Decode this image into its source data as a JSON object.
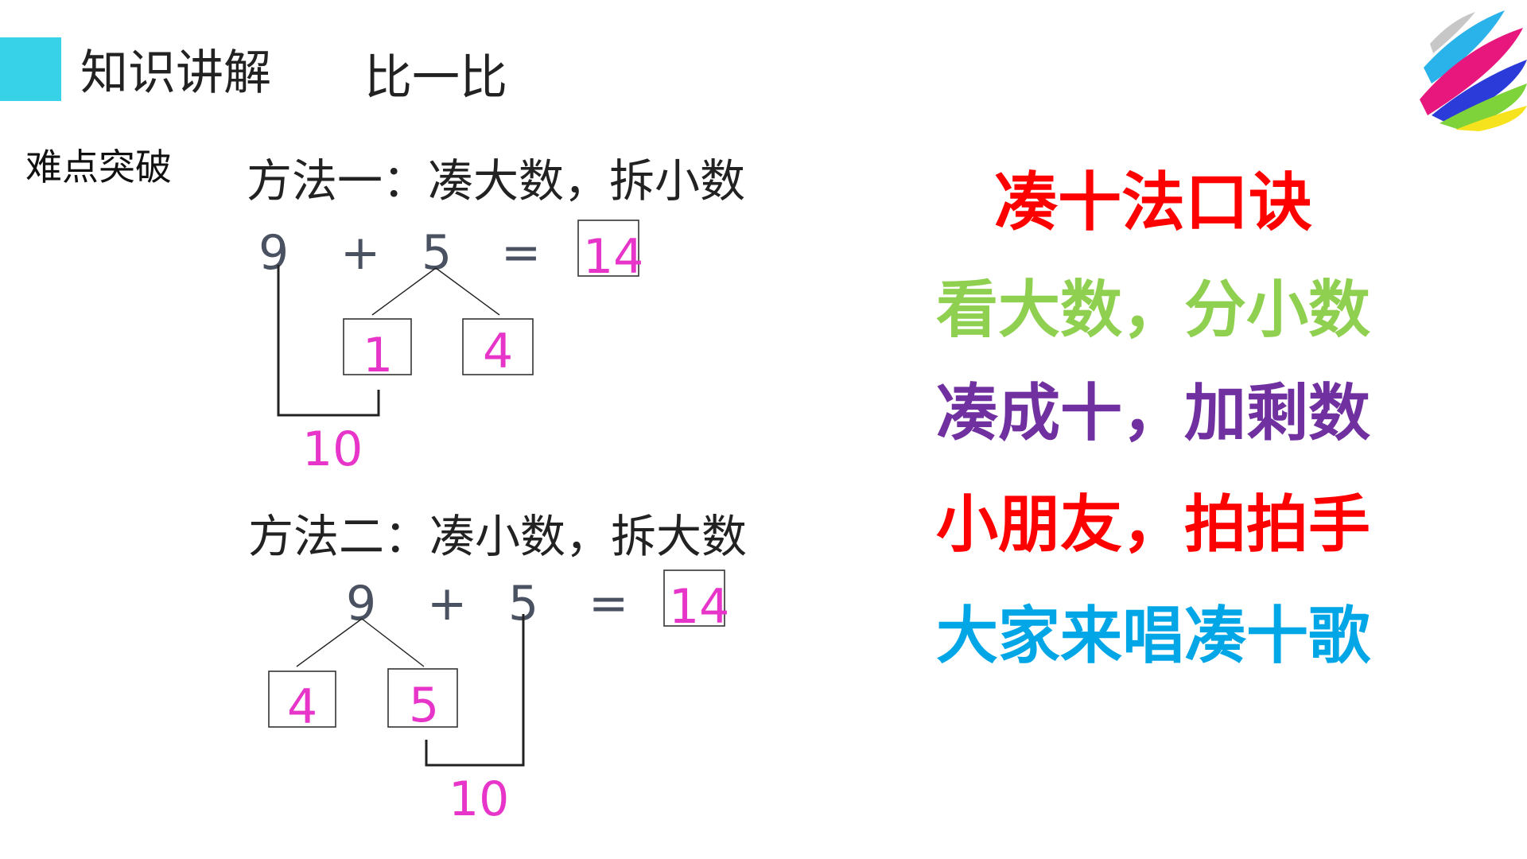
{
  "header": {
    "section_title": "知识讲解",
    "topic": "比一比"
  },
  "difficulty_label": "难点突破",
  "methods": [
    {
      "heading": "方法一：凑大数，拆小数",
      "equation": {
        "a": "9",
        "plus": "+",
        "b": "5",
        "equals": "=",
        "result": "14"
      },
      "split_parts": [
        "1",
        "4"
      ],
      "ten_label": "10"
    },
    {
      "heading": "方法二：凑小数，拆大数",
      "equation": {
        "a": "9",
        "plus": "+",
        "b": "5",
        "equals": "=",
        "result": "14"
      },
      "split_parts": [
        "4",
        "5"
      ],
      "ten_label": "10"
    }
  ],
  "mnemonic": {
    "title": "凑十法口诀",
    "title_color": "#ff0000",
    "lines": [
      {
        "text": "看大数，分小数",
        "color": "#8fd050"
      },
      {
        "text": "凑成十，加剩数",
        "color": "#7030a0"
      },
      {
        "text": "小朋友，拍拍手",
        "color": "#ff0000"
      },
      {
        "text": "大家来唱凑十歌",
        "color": "#00a6e6"
      }
    ]
  },
  "colors": {
    "accent_square": "#37d2e8",
    "answer_pink": "#e635c8",
    "equation_gray": "#4a5160"
  },
  "icons": {
    "logo": "colorful-brush-strokes-logo"
  }
}
